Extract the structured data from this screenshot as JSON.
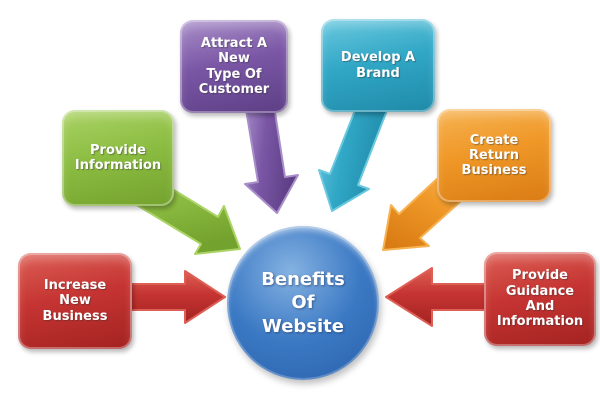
{
  "center": {
    "label": "Benefits\nOf\nWebsite"
  },
  "benefits": [
    {
      "id": "attract-new-type-of-customer",
      "label": "Attract A\nNew\nType Of\nCustomer",
      "color_name": "purple",
      "arrow": "points down-right to center"
    },
    {
      "id": "develop-a-brand",
      "label": "Develop A\nBrand",
      "color_name": "teal",
      "arrow": "points down-left to center"
    },
    {
      "id": "provide-information",
      "label": "Provide\nInformation",
      "color_name": "green",
      "arrow": "points down-right to center"
    },
    {
      "id": "create-return-business",
      "label": "Create\nReturn\nBusiness",
      "color_name": "orange",
      "arrow": "points down-left to center"
    },
    {
      "id": "increase-new-business",
      "label": "Increase\nNew\nBusiness",
      "color_name": "red",
      "arrow": "points right to center"
    },
    {
      "id": "provide-guidance-and-information",
      "label": "Provide\nGuidance\nAnd\nInformation",
      "color_name": "red",
      "arrow": "points left to center"
    }
  ],
  "colors": {
    "purple": {
      "light": "#a98fc9",
      "main": "#7a56a5",
      "dark": "#5d3f85"
    },
    "teal": {
      "light": "#6cc9df",
      "main": "#31a7c6",
      "dark": "#1f8aa8"
    },
    "green": {
      "light": "#abd366",
      "main": "#8cbd42",
      "dark": "#74a22e"
    },
    "orange": {
      "light": "#f7b352",
      "main": "#ef9727",
      "dark": "#d97c14"
    },
    "red": {
      "light": "#dd5f55",
      "main": "#c53432",
      "dark": "#a32321"
    },
    "blue": {
      "light": "#85b2e2",
      "main": "#3b79c4",
      "dark": "#2a5fa8"
    },
    "background": "#ffffff",
    "text": "#ffffff"
  }
}
